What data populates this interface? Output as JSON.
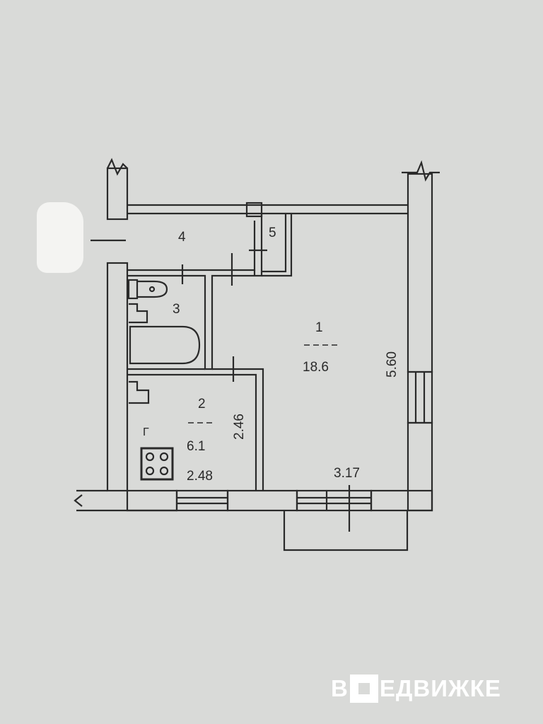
{
  "rooms": [
    {
      "number": "1",
      "area": "18.6"
    },
    {
      "number": "2",
      "area": "6.1"
    },
    {
      "number": "3"
    },
    {
      "number": "4"
    },
    {
      "number": "5"
    }
  ],
  "dimensions": {
    "room1_height": "5.60",
    "room1_width": "3.17",
    "room2_height": "2.46",
    "room2_width": "2.48"
  },
  "symbols": {
    "stove_label": "Г"
  },
  "watermark": {
    "prefix": "В",
    "suffix": "ЕДВИЖКЕ"
  },
  "colors": {
    "background": "#d9dad8",
    "line": "#2a2a2a",
    "watermark": "#ffffff"
  }
}
